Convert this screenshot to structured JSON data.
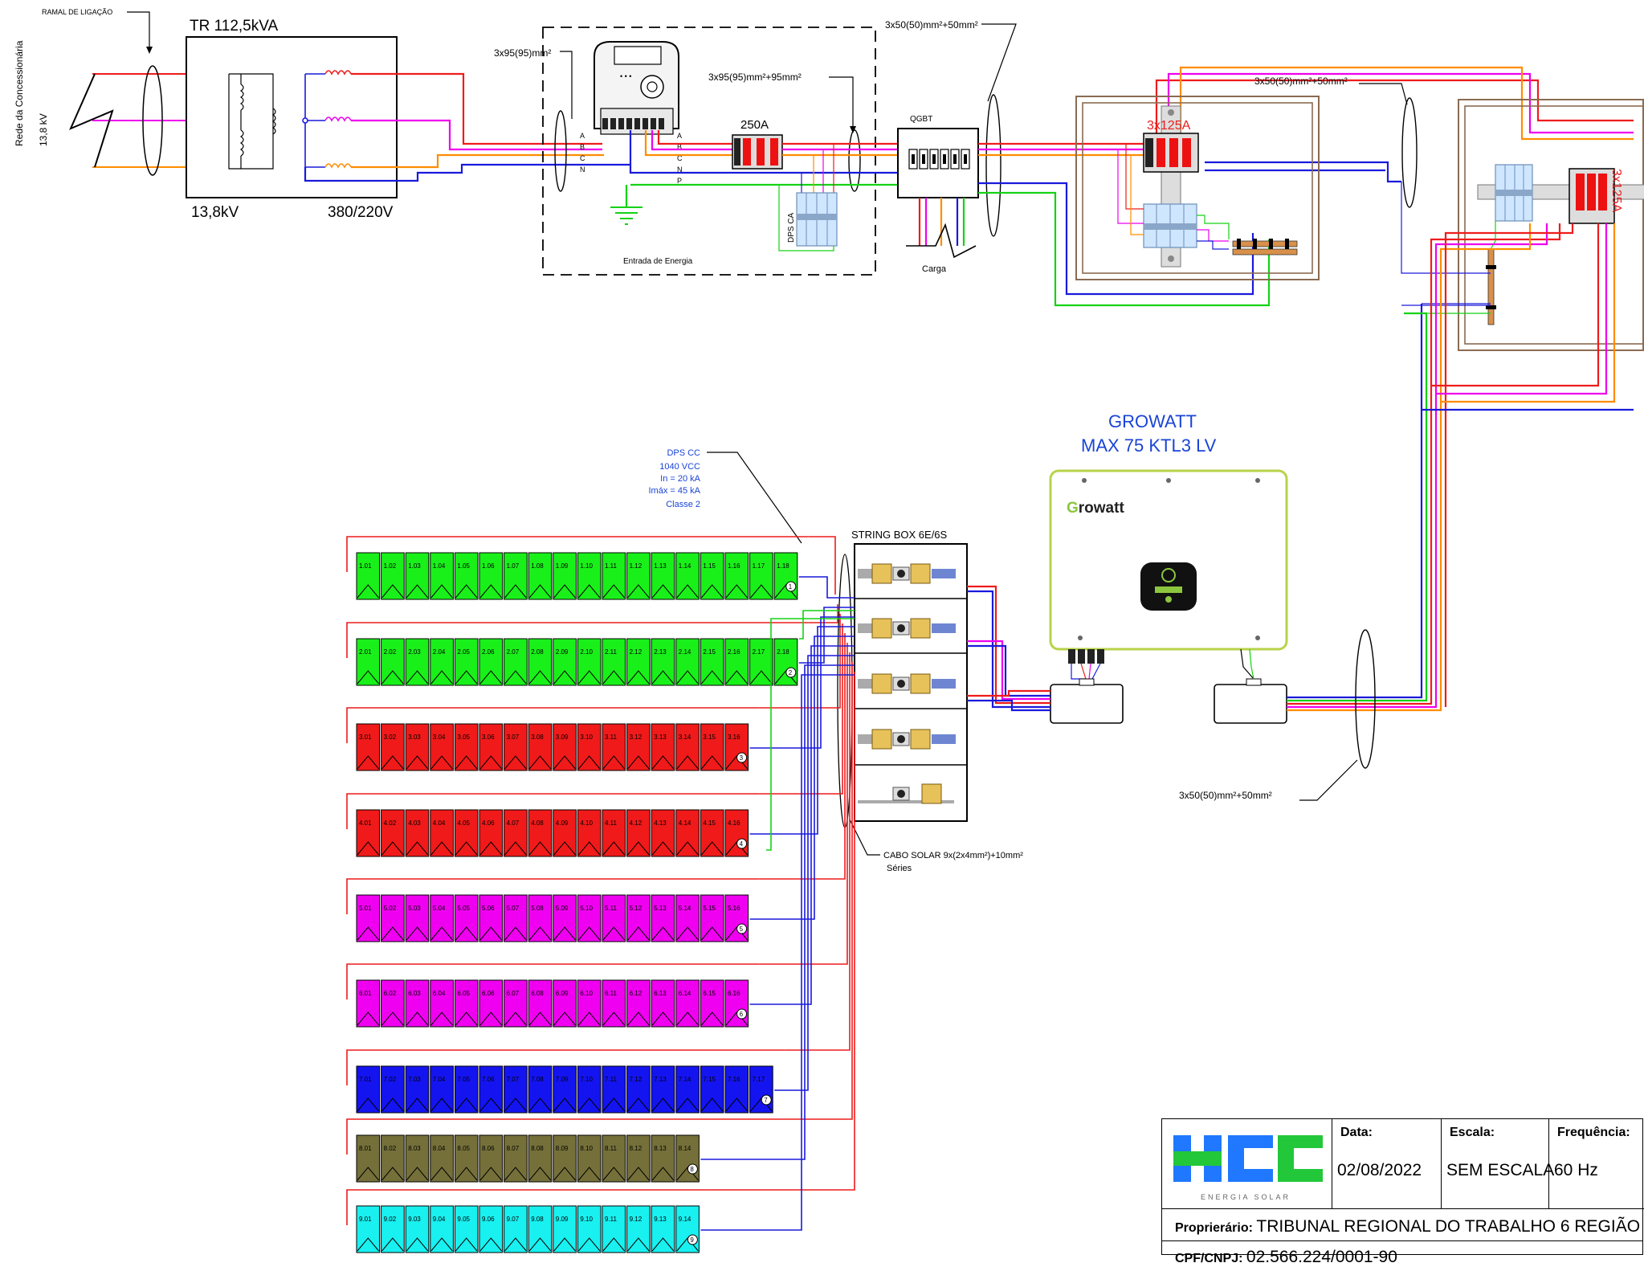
{
  "grid": {
    "side_label": "Rede da Concessionária",
    "side_kv": "13,8 kV",
    "ramal": "RAMAL DE LIGAÇÃO",
    "transformer_title": "TR 112,5kVA",
    "transformer_primary": "13,8kV",
    "transformer_secondary": "380/220V"
  },
  "entrance": {
    "cable_1": "3x95(95)mm²",
    "cable_2": "3x95(95)mm²+95mm²",
    "breaker": "250A",
    "phases": [
      "A",
      "B",
      "C",
      "N"
    ],
    "phases_out": [
      "A",
      "B",
      "C",
      "N",
      "P"
    ],
    "dps": "DPS CA",
    "label": "Entrada de Energia"
  },
  "qgbt": {
    "cable_top": "3x50(50)mm²+50mm²",
    "label": "QGBT",
    "load": "Carga"
  },
  "panels": {
    "cable": "3x50(50)mm²+50mm²",
    "breaker_1": "3x125A",
    "breaker_2": "3x125A"
  },
  "inverter": {
    "title_1": "GROWATT",
    "title_2": "MAX 75 KTL3 LV",
    "brand_g": "G",
    "brand_rest": "rowatt",
    "ac_cable": "3x50(50)mm²+50mm²"
  },
  "dps_cc": [
    "DPS CC",
    "1040 VCC",
    "In = 20 kA",
    "Imáx = 45 kA",
    "Classe 2"
  ],
  "string_box": {
    "title": "STRING BOX 6E/6S",
    "cable_1": "CABO SOLAR 9x(2x4mm²)+10mm²",
    "cable_2": "Séries"
  },
  "strings": [
    {
      "n": 1,
      "count": 18,
      "color": "#19f019"
    },
    {
      "n": 2,
      "count": 18,
      "color": "#19f019"
    },
    {
      "n": 3,
      "count": 16,
      "color": "#f01a1a"
    },
    {
      "n": 4,
      "count": 16,
      "color": "#f01a1a"
    },
    {
      "n": 5,
      "count": 16,
      "color": "#f000f0"
    },
    {
      "n": 6,
      "count": 16,
      "color": "#f000f0"
    },
    {
      "n": 7,
      "count": 17,
      "color": "#1414f0"
    },
    {
      "n": 8,
      "count": 14,
      "color": "#75703a"
    },
    {
      "n": 9,
      "count": 14,
      "color": "#19f0f0"
    }
  ],
  "title_block": {
    "logo_text": "ENERGIA SOLAR",
    "date_label": "Data:",
    "date_value": "02/08/2022",
    "scale_label": "Escala:",
    "scale_value": "SEM ESCALA",
    "freq_label": "Frequência:",
    "freq_value": "60 Hz",
    "owner_label": "Proprierário:",
    "owner_value": "TRIBUNAL REGIONAL DO TRABALHO 6 REGIÃO",
    "cnpj_label": "CPF/CNPJ:",
    "cnpj_value": "02.566.224/0001-90"
  },
  "colors": {
    "phase_a": "#ee1c1c",
    "phase_b": "#ee00ee",
    "phase_c": "#ff8c00",
    "neutral": "#1a1adc",
    "earth": "#14d214",
    "logo_blue": "#1f78ff",
    "logo_green": "#22c83a",
    "heading_blue": "#1a44d6"
  }
}
